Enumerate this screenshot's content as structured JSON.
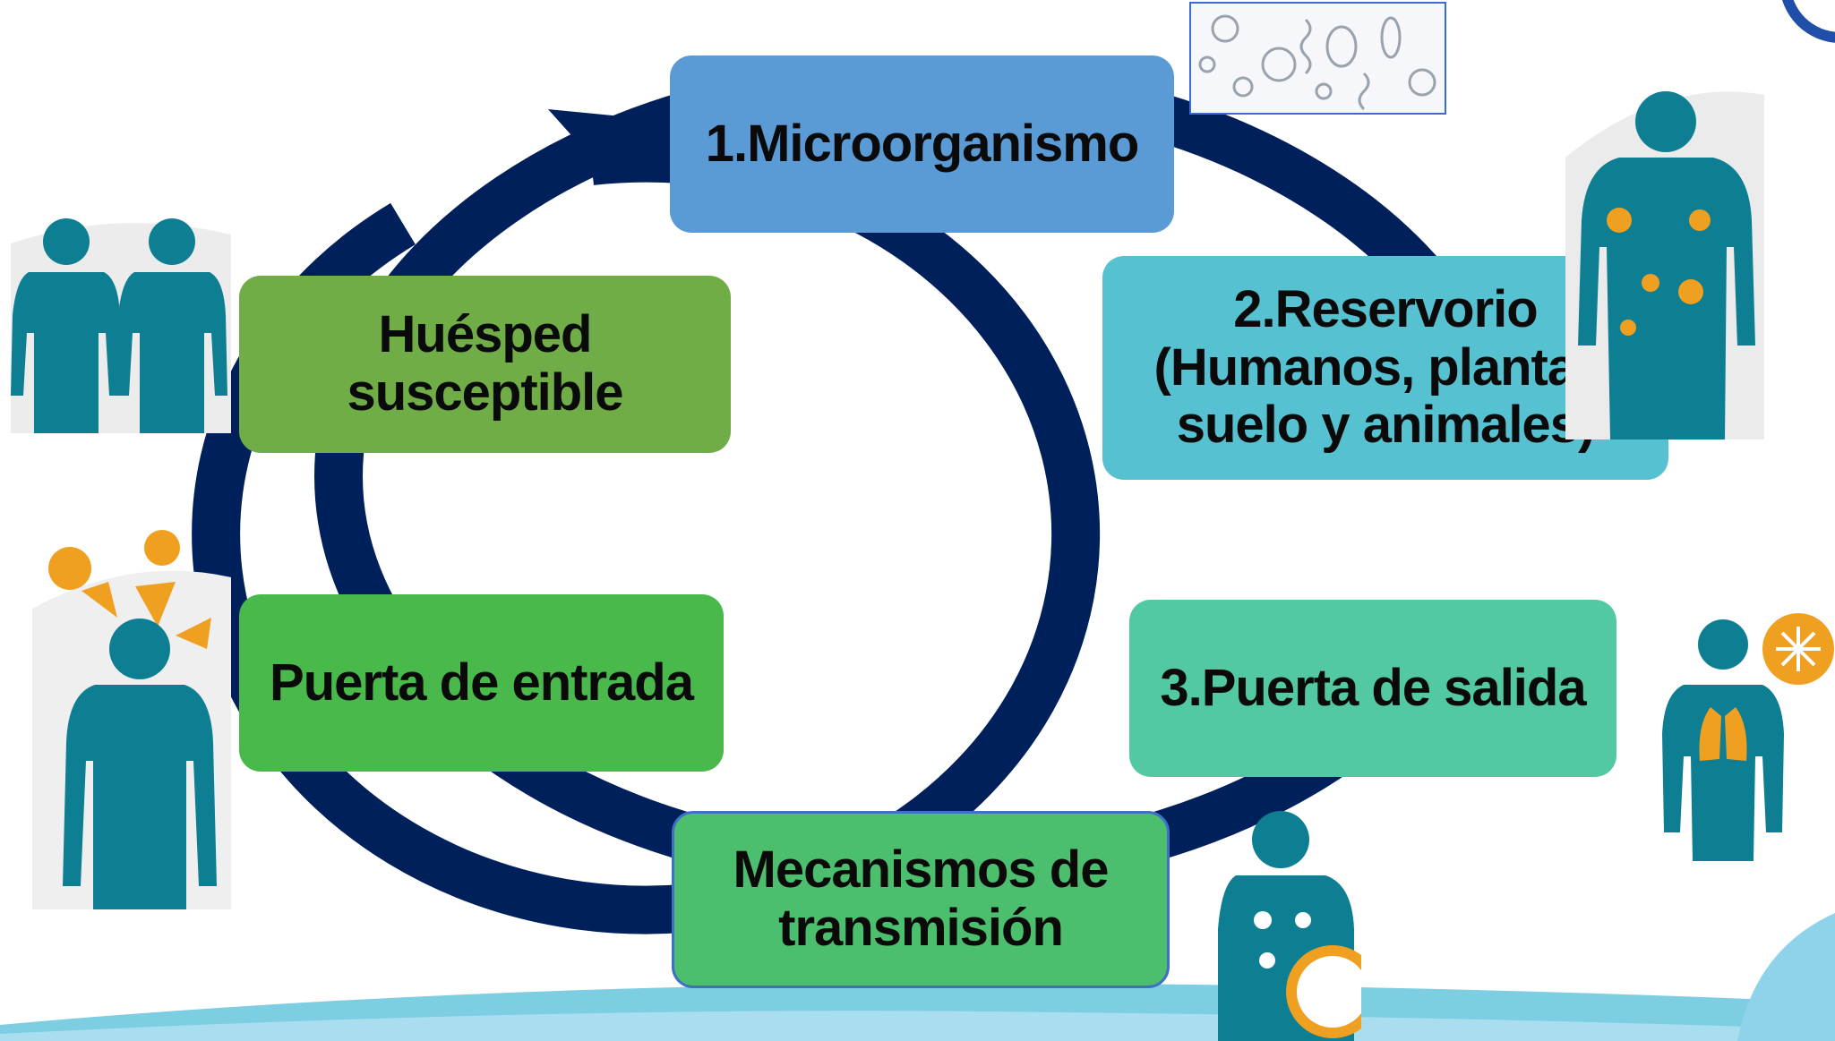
{
  "diagram": {
    "nodes": [
      {
        "id": "micro",
        "lines": [
          "1.Microorganismo"
        ],
        "color": "#5b9bd5"
      },
      {
        "id": "reserv",
        "lines": [
          "2.Reservorio",
          "(Humanos, plantas,",
          "suelo y animales)"
        ],
        "color": "#56c1d0"
      },
      {
        "id": "salida",
        "lines": [
          "3.Puerta de salida"
        ],
        "color": "#52c9a3"
      },
      {
        "id": "mecan",
        "lines": [
          "Mecanismos de",
          "transmisión"
        ],
        "color": "#4cbf6e"
      },
      {
        "id": "entrada",
        "lines": [
          "Puerta de entrada"
        ],
        "color": "#4ab94b"
      },
      {
        "id": "huesped",
        "lines": [
          "Huésped",
          "susceptible"
        ],
        "color": "#70ad47"
      }
    ],
    "ring_color": "#00205b"
  },
  "colors": {
    "teal": "#0e7f92",
    "orange": "#f0a020",
    "light_blue": "#7dcde3"
  }
}
